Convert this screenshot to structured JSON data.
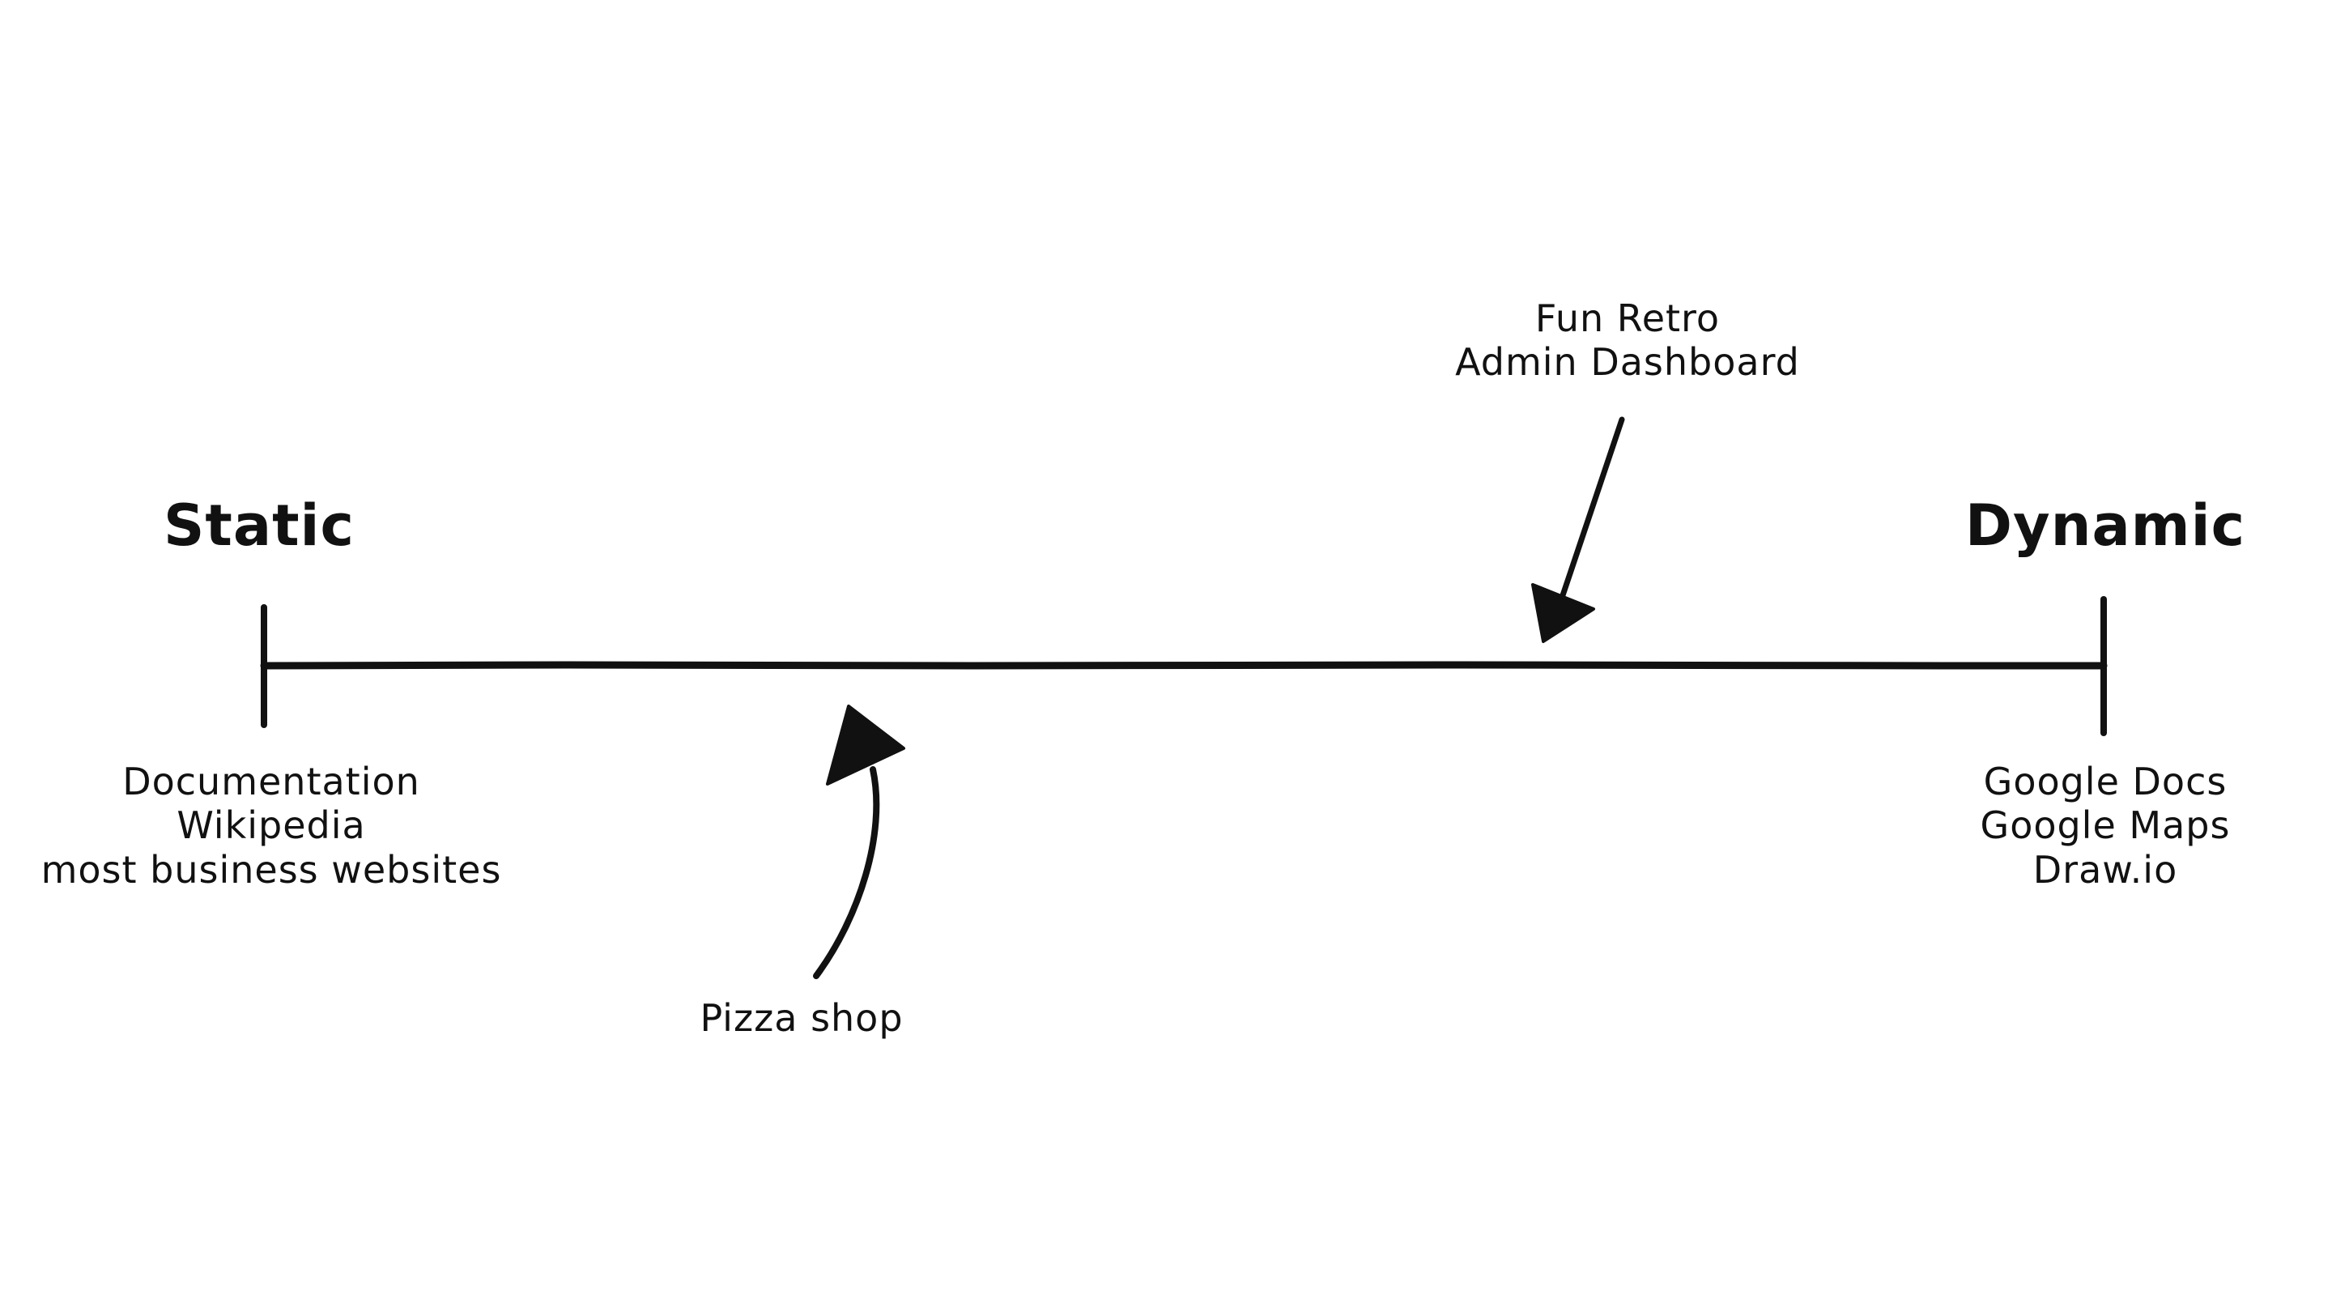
{
  "axis": {
    "left_label": "Static",
    "right_label": "Dynamic"
  },
  "static_examples": [
    "Documentation",
    "Wikipedia",
    "most business websites"
  ],
  "dynamic_examples": [
    "Google Docs",
    "Google Maps",
    "Draw.io"
  ],
  "callouts": {
    "pizza_shop": "Pizza shop",
    "fun_retro": [
      "Fun Retro",
      "Admin Dashboard"
    ]
  },
  "colors": {
    "ink": "#111111",
    "background": "#ffffff"
  }
}
